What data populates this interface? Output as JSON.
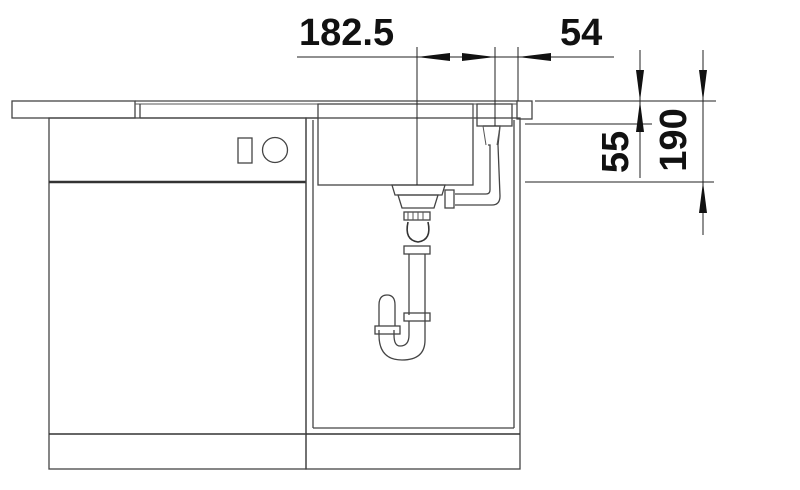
{
  "drawing": {
    "type": "sink installation cross-section",
    "dimensions": {
      "horizontal_left": "182.5",
      "horizontal_right": "54",
      "vertical_inner": "55",
      "vertical_outer": "190"
    },
    "colors": {
      "line": "#444444",
      "text": "#111111",
      "background": "#ffffff"
    }
  }
}
